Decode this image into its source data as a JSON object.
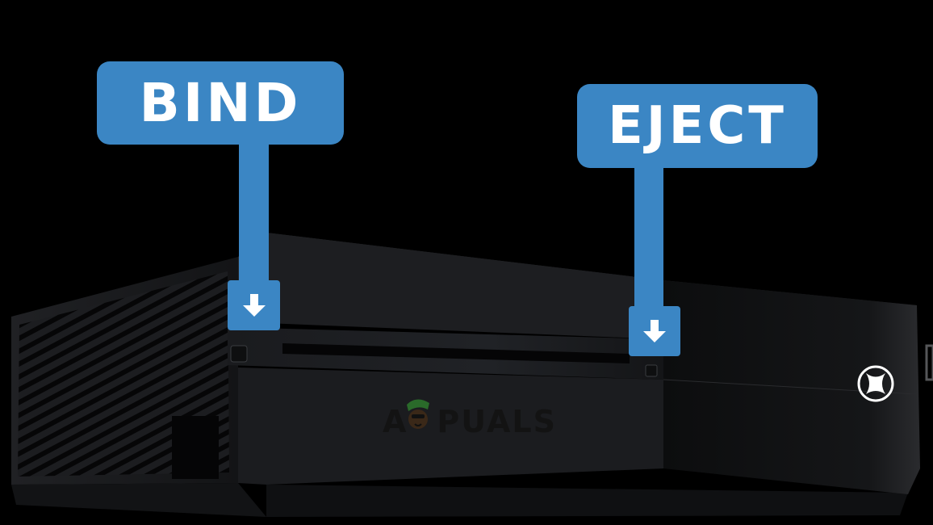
{
  "image": {
    "subject": "game-console",
    "colors": {
      "background": "#000000",
      "console_body": "#1b1c1f",
      "console_top": "#232529",
      "console_glossy": "#101113",
      "callout": "#3b86c4",
      "callout_text": "#ffffff"
    },
    "icons": [
      "console-logo-icon",
      "down-arrow-icon",
      "mascot-icon"
    ]
  },
  "callouts": {
    "bind": {
      "label": "BIND"
    },
    "eject": {
      "label": "EJECT"
    }
  },
  "watermark": {
    "text": "APPUALS",
    "prefix": "A",
    "suffix": "PUALS"
  }
}
